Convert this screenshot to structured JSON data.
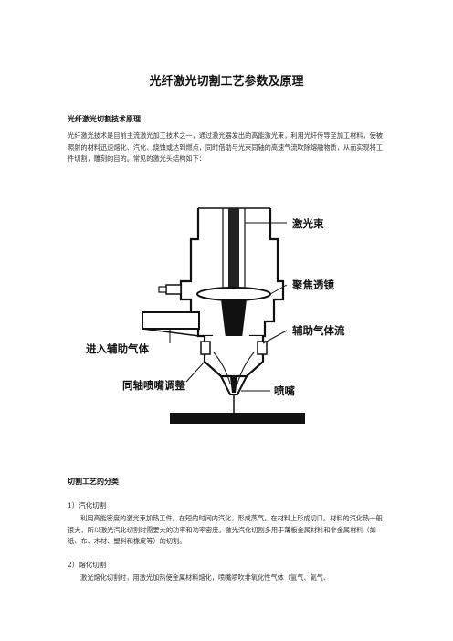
{
  "document": {
    "title": "光纤激光切割工艺参数及原理",
    "section1_heading": "光纤激光切割技术原理",
    "section1_text": "光纤激光技术是目前主流激光加工技术之一，通过激光器发出的高能激光束，利用光纤传导至加工材料，使被照射的材料迅速熔化、汽化、烧蚀或达到燃点，同时借助与光束同轴的高速气流吹除熔融物质，从而实现将工件切割，雕刻的目的。常见的激光头结构如下：",
    "figure_labels": {
      "laser_beam": "激光束",
      "focus_lens": "聚焦透镜",
      "assist_gas_in": "进入辅助气体",
      "assist_gas_flow": "辅助气体流",
      "coaxial_nozzle": "同轴喷嘴调整",
      "nozzle": "喷嘴"
    },
    "section2_heading": "切割工艺的分类",
    "item1_title": "1）汽化切割",
    "item1_text": "利用高能密度的激光束加热工件。在短的时间内汽化，形成蒸气。在材料上形成切口。材料的汽化热一般很大，所以激光汽化切割时需要大的功率和功率密度。激光汽化切割多用于薄板金属材料和非金属材料（如纸、布、木材、塑料和橡皮等）的切割。",
    "item2_title": "2）熔化切割",
    "item2_text": "激光熔化切割时，用激光加热使金属材料熔化，喷嘴喷吹非氧化性气体（氩气、氦气、"
  }
}
